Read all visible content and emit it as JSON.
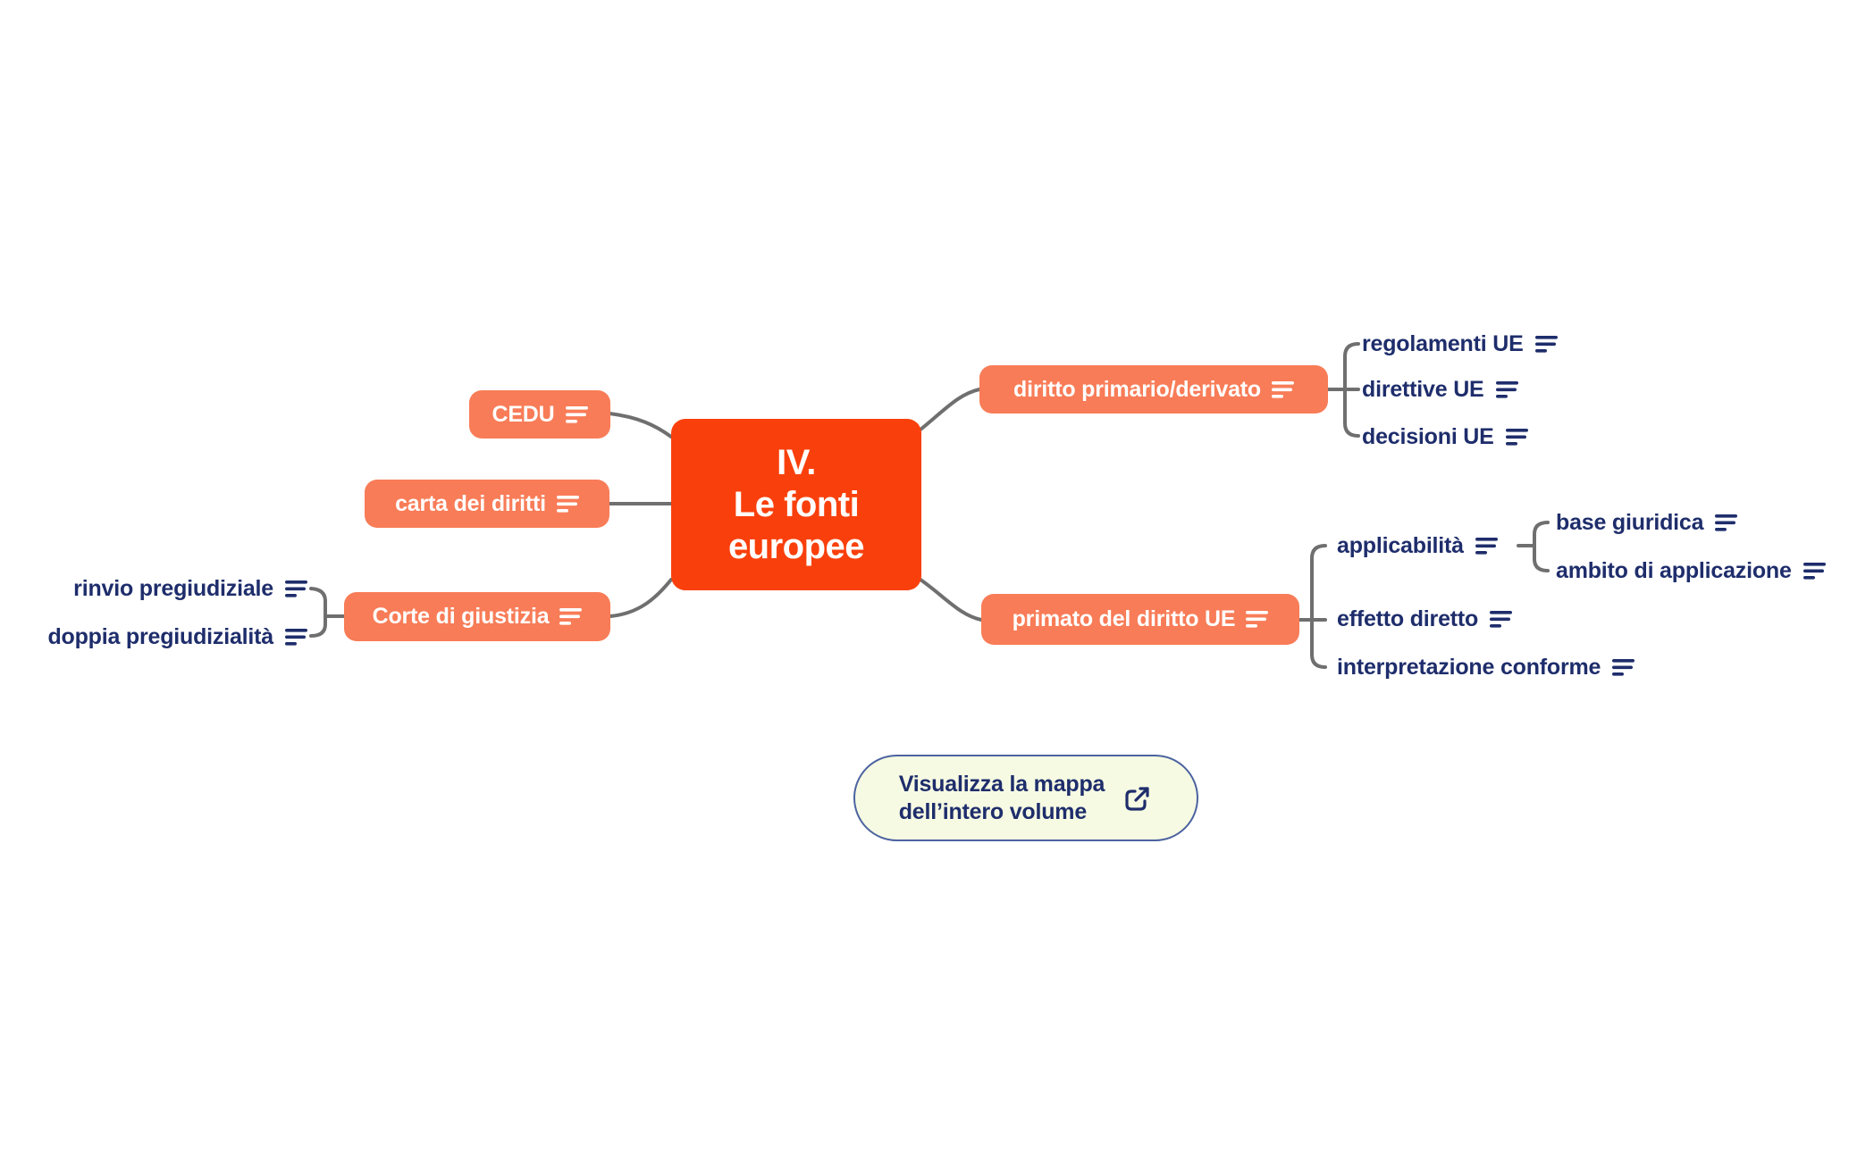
{
  "root": {
    "lines": [
      "IV.",
      "Le fonti",
      "europee"
    ]
  },
  "branches": {
    "cedu": {
      "label": "CEDU"
    },
    "carta": {
      "label": "carta dei diritti"
    },
    "corte": {
      "label": "Corte di giustizia"
    },
    "diritto": {
      "label": "diritto primario/derivato"
    },
    "primato": {
      "label": "primato del diritto UE"
    }
  },
  "leaves": {
    "rinvio": {
      "label": "rinvio pregiudiziale"
    },
    "doppia": {
      "label": "doppia pregiudizialità"
    },
    "regolamenti": {
      "label": "regolamenti UE"
    },
    "direttive": {
      "label": "direttive UE"
    },
    "decisioni": {
      "label": "decisioni UE"
    },
    "applicabilita": {
      "label": "applicabilità"
    },
    "base": {
      "label": "base giuridica"
    },
    "ambito": {
      "label": "ambito di applicazione"
    },
    "effetto": {
      "label": "effetto diretto"
    },
    "interpretazione": {
      "label": "interpretazione conforme"
    }
  },
  "button": {
    "line1": "Visualizza la mappa",
    "line2": "dell’intero volume"
  },
  "icons": {
    "menu": "menu-icon",
    "external_link": "external-link-icon"
  },
  "colors": {
    "root_node_bg": "#F9400C",
    "branch_node_bg": "#F87C57",
    "node_text": "#FFFFFF",
    "leaf_text": "#1E2D6B",
    "connector": "#6F6F6F",
    "button_bg": "#F6FAE3",
    "button_border": "#4C63A0",
    "button_text": "#1E2D6B"
  }
}
